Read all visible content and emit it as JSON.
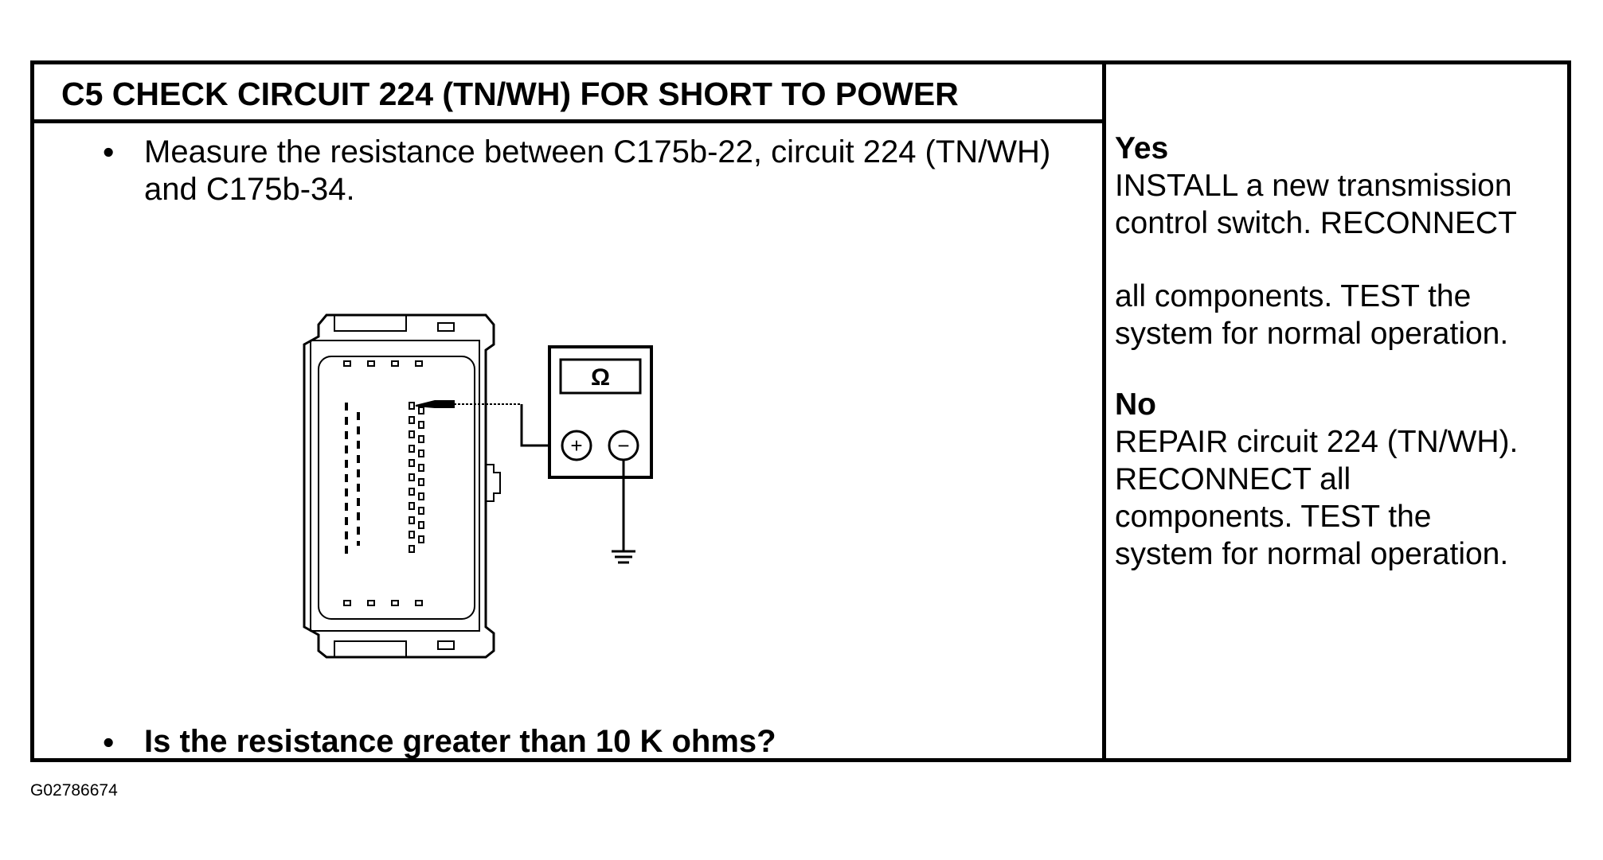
{
  "step": {
    "title": "C5 CHECK CIRCUIT 224 (TN/WH) FOR SHORT TO POWER",
    "instruction_line1": "Measure the resistance between C175b-22, circuit 224 (TN/WH)",
    "instruction_line2": "and C175b-34.",
    "question": "Is the resistance greater than 10 K ohms?"
  },
  "diagram": {
    "meter_symbol": "Ω",
    "plus_symbol": "+",
    "minus_symbol": "−"
  },
  "outcomes": {
    "yes_label": "Yes",
    "yes_line1": "INSTALL a new transmission",
    "yes_line2": "control switch. RECONNECT",
    "yes_line3": "all components. TEST the",
    "yes_line4": "system for normal operation.",
    "no_label": "No",
    "no_line1": "REPAIR circuit 224 (TN/WH).",
    "no_line2": "RECONNECT all",
    "no_line3": "components. TEST the",
    "no_line4": "system for normal operation."
  },
  "figure_id": "G02786674"
}
